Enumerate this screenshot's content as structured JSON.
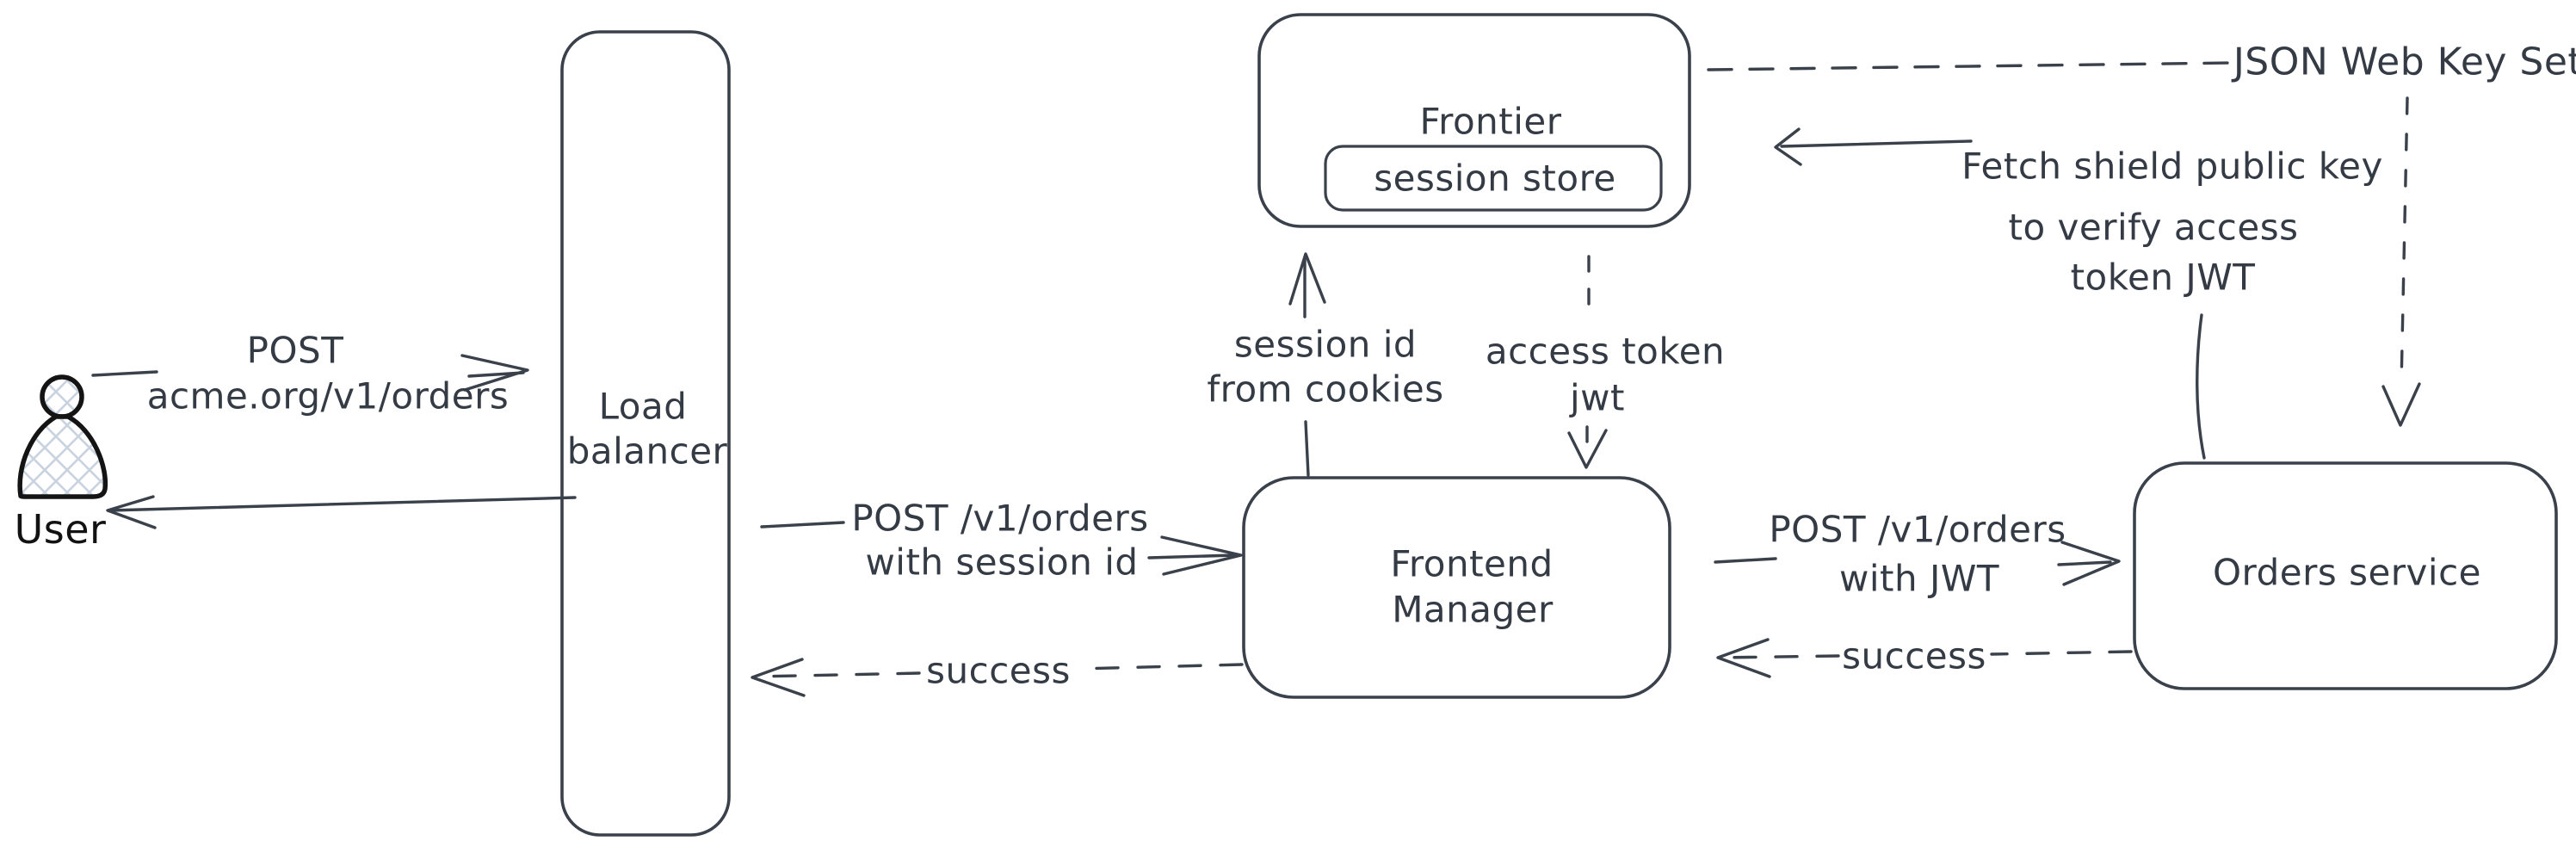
{
  "canvas": {
    "background_color": "#ffffff",
    "ink_color": "#3a414b",
    "user_ink_color": "#141414",
    "hatch_fill_color": "#c9d3e0"
  },
  "nodes": {
    "user": {
      "label": "User"
    },
    "load_balancer": {
      "label_line1": "Load",
      "label_line2": "balancer"
    },
    "frontier": {
      "label": "Frontier"
    },
    "session_store": {
      "label": "session store"
    },
    "frontend_manager": {
      "label_line1": "Frontend",
      "label_line2": "Manager"
    },
    "orders_service": {
      "label": "Orders service"
    }
  },
  "edges": {
    "user_to_lb": {
      "label_line1": "POST",
      "label_line2": "acme.org/v1/orders"
    },
    "lb_to_fm": {
      "label_line1": "POST /v1/orders",
      "label_line2": "with session id"
    },
    "fm_to_lb": {
      "label": "success"
    },
    "fm_to_frontier": {
      "label_line1": "session id",
      "label_line2": "from cookies"
    },
    "frontier_to_fm": {
      "label_line1": "access token",
      "label_line2": "jwt"
    },
    "fm_to_orders": {
      "label_line1": "POST /v1/orders",
      "label_line2": "with JWT"
    },
    "orders_to_fm": {
      "label": "success"
    },
    "orders_to_frontier": {
      "label_line1": "Fetch shield public key",
      "label_line2": "to verify access",
      "label_line3": "token JWT"
    },
    "jwks": {
      "label": "JSON Web Key Set"
    }
  }
}
